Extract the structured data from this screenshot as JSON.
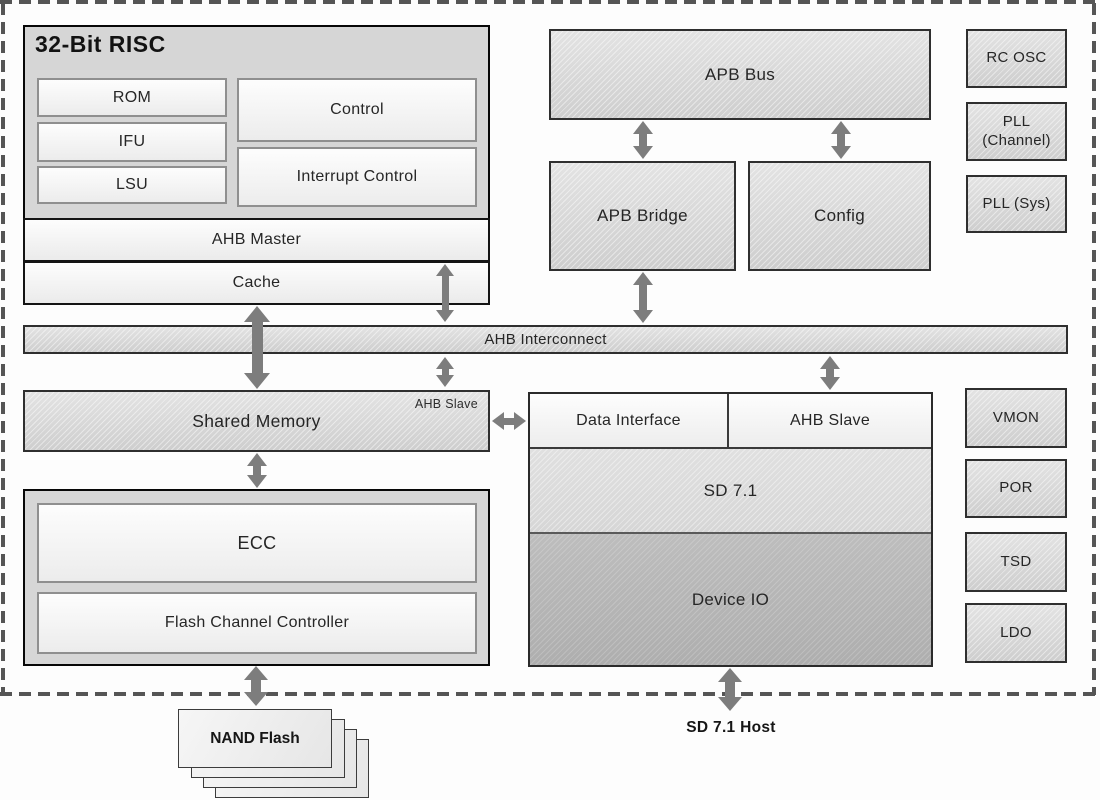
{
  "colors": {
    "background": "#ffffff",
    "block_gray": "#d9d9d9",
    "device_io_gray": "#b5b5b5",
    "inner_block_white": "#f5f5f5",
    "border_dark": "#1a1a1a",
    "arrow_gray": "#7d7d7d",
    "dash_gray": "#555555",
    "text": "#262626"
  },
  "risc": {
    "title": "32-Bit RISC",
    "rom": "ROM",
    "ifu": "IFU",
    "lsu": "LSU",
    "control": "Control",
    "interrupt_control": "Interrupt Control",
    "ahb_master": "AHB Master",
    "cache": "Cache"
  },
  "apb": {
    "bus": "APB Bus",
    "bridge": "APB Bridge",
    "config": "Config"
  },
  "clocks": {
    "rc_osc": "RC OSC",
    "pll_channel": "PLL (Channel)",
    "pll_sys": "PLL (Sys)"
  },
  "interconnect": {
    "label": "AHB Interconnect"
  },
  "shared_memory": {
    "label": "Shared Memory",
    "ahb_slave_tag": "AHB Slave"
  },
  "sd": {
    "data_interface": "Data Interface",
    "ahb_slave": "AHB Slave",
    "core": "SD 7.1",
    "device_io": "Device IO",
    "host": "SD 7.1 Host"
  },
  "flash": {
    "ecc": "ECC",
    "channel_controller": "Flash Channel Controller",
    "nand": "NAND Flash"
  },
  "power": {
    "vmon": "VMON",
    "por": "POR",
    "tsd": "TSD",
    "ldo": "LDO"
  }
}
